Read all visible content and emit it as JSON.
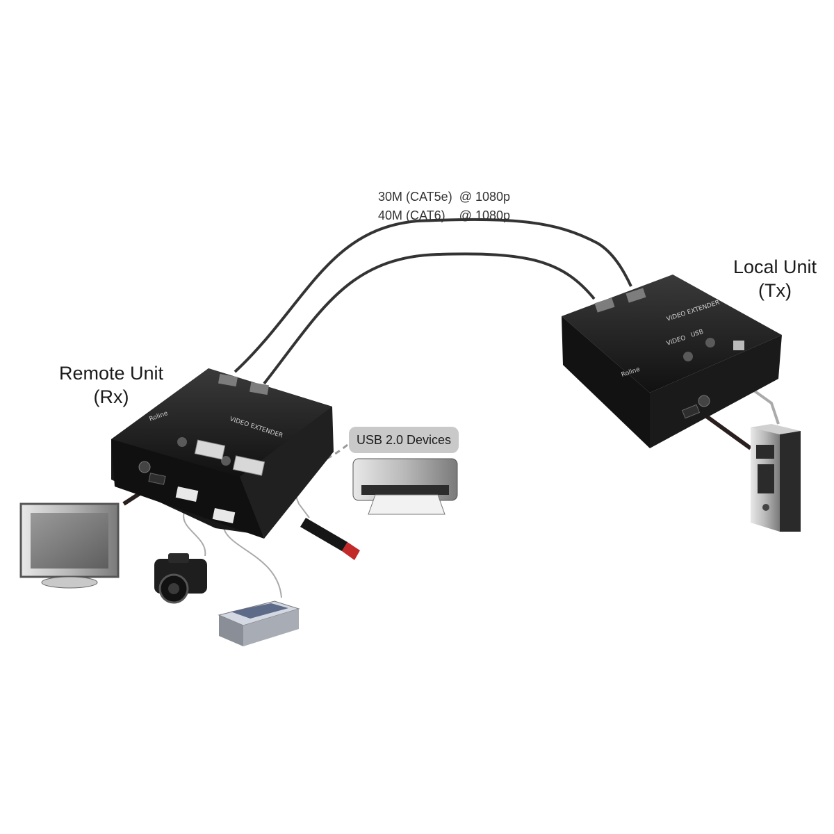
{
  "labels": {
    "remote_unit_line1": "Remote Unit",
    "remote_unit_line2": "(Rx)",
    "local_unit_line1": "Local Unit",
    "local_unit_line2": "(Tx)",
    "cable_cat5e": "30M (CAT5e)  @ 1080p",
    "cable_cat6": "40M (CAT6)    @ 1080p",
    "usb_devices": "USB 2.0 Devices"
  },
  "device_text": {
    "product_name": "VIDEO EXTENDER",
    "video_led": "VIDEO",
    "usb_led": "USB",
    "brand": "Roline"
  },
  "colors": {
    "unit_body": "#1c1c1c",
    "cable": "#3a3a3a",
    "callout": "#c9c9c9",
    "dashed_line": "#9a9a9a"
  }
}
